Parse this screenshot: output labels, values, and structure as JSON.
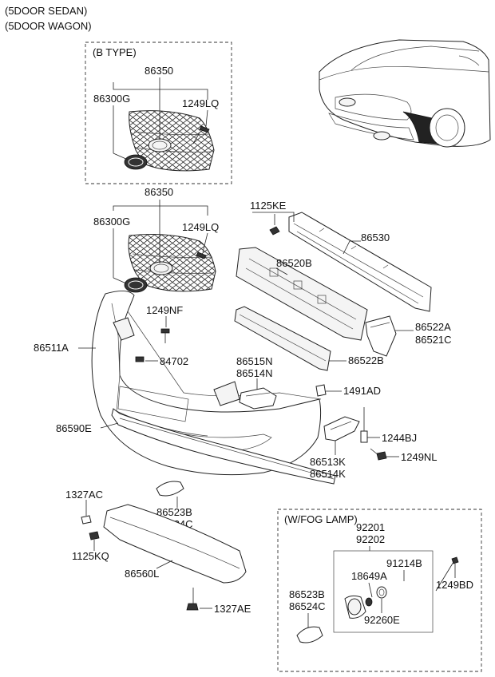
{
  "header": {
    "line1": "(5DOOR SEDAN)",
    "line2": "(5DOOR WAGON)"
  },
  "groups": {
    "b_type": "(B TYPE)",
    "fog_lamp": "(W/FOG LAMP)"
  },
  "parts": [
    {
      "id": "p86350a",
      "text": "86350"
    },
    {
      "id": "p86300ga",
      "text": "86300G"
    },
    {
      "id": "p1249lqa",
      "text": "1249LQ"
    },
    {
      "id": "p86350b",
      "text": "86350"
    },
    {
      "id": "p86300gb",
      "text": "86300G"
    },
    {
      "id": "p1249lqb",
      "text": "1249LQ"
    },
    {
      "id": "p1125ke",
      "text": "1125KE"
    },
    {
      "id": "p86530",
      "text": "86530"
    },
    {
      "id": "p86520b",
      "text": "86520B"
    },
    {
      "id": "p1249nf",
      "text": "1249NF"
    },
    {
      "id": "p86522a",
      "text": "86522A"
    },
    {
      "id": "p86521c",
      "text": "86521C"
    },
    {
      "id": "p86511a",
      "text": "86511A"
    },
    {
      "id": "p84702",
      "text": "84702"
    },
    {
      "id": "p86522b",
      "text": "86522B"
    },
    {
      "id": "p86515n",
      "text": "86515N"
    },
    {
      "id": "p86514n",
      "text": "86514N"
    },
    {
      "id": "p1491ad",
      "text": "1491AD"
    },
    {
      "id": "p86590e",
      "text": "86590E"
    },
    {
      "id": "p1244bj",
      "text": "1244BJ"
    },
    {
      "id": "p86513k",
      "text": "86513K"
    },
    {
      "id": "p86514k",
      "text": "86514K"
    },
    {
      "id": "p1249nl",
      "text": "1249NL"
    },
    {
      "id": "p1327ac",
      "text": "1327AC"
    },
    {
      "id": "p86523ba",
      "text": "86523B"
    },
    {
      "id": "p86524ca",
      "text": "86524C"
    },
    {
      "id": "p1125kq",
      "text": "1125KQ"
    },
    {
      "id": "p86560l",
      "text": "86560L"
    },
    {
      "id": "p1327ae",
      "text": "1327AE"
    },
    {
      "id": "p92201",
      "text": "92201"
    },
    {
      "id": "p92202",
      "text": "92202"
    },
    {
      "id": "p91214b",
      "text": "91214B"
    },
    {
      "id": "p18649a",
      "text": "18649A"
    },
    {
      "id": "p1249bd",
      "text": "1249BD"
    },
    {
      "id": "p86523bb",
      "text": "86523B"
    },
    {
      "id": "p86524cb",
      "text": "86524C"
    },
    {
      "id": "p92260e",
      "text": "92260E"
    }
  ]
}
